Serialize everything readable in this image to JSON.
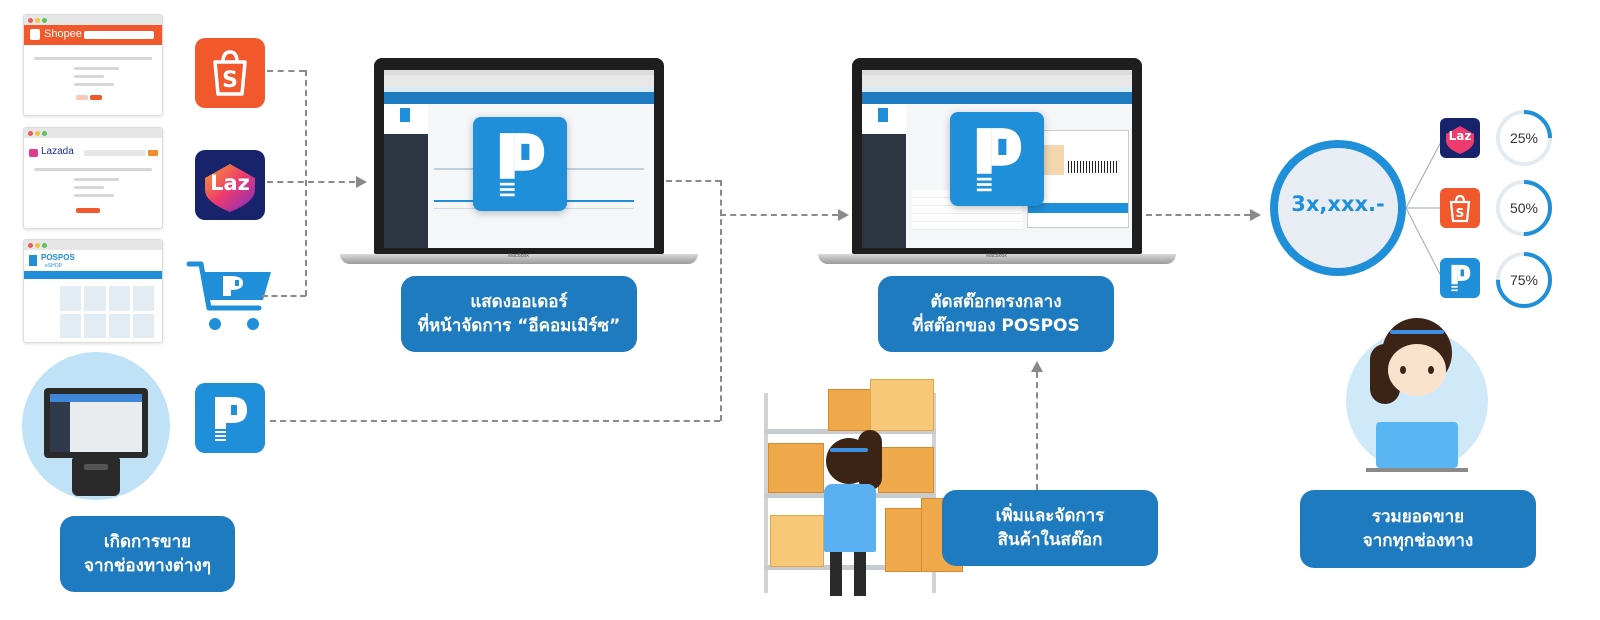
{
  "channels": {
    "shopee_browser_label": "Shopee",
    "lazada_browser_label": "Lazada",
    "pospos_browser_label": "POSPOS",
    "pospos_browser_sub": "eSHOP",
    "lazada_tile_label": "Laz"
  },
  "steps": {
    "sale_label_line1": "เกิดการขาย",
    "sale_label_line2": "จากช่องทางต่างๆ",
    "orders_label_line1": "แสดงออเดอร์",
    "orders_label_line2": "ที่หน้าจัดการ “อีคอมเมิร์ซ”",
    "stock_label_line1": "ตัดสต๊อกตรงกลาง",
    "stock_label_line2": "ที่สต๊อกของ POSPOS",
    "inventory_label_line1": "เพิ่มและจัดการ",
    "inventory_label_line2": "สินค้าในสต๊อก",
    "summary_label_line1": "รวมยอดขาย",
    "summary_label_line2": "จากทุกช่องทาง"
  },
  "summary": {
    "total": "3x,xxx.-",
    "rows": [
      {
        "channel": "Laz",
        "percent": "25%",
        "value": 0.25
      },
      {
        "channel": "shopee",
        "percent": "50%",
        "value": 0.5
      },
      {
        "channel": "pospos",
        "percent": "75%",
        "value": 0.75
      }
    ]
  },
  "laptop": {
    "brand": "MacBook"
  },
  "colors": {
    "accent": "#1f7bc0",
    "shopee": "#f1582c",
    "lazada": "#1a2c8c",
    "pospos": "#1e8fd8"
  }
}
